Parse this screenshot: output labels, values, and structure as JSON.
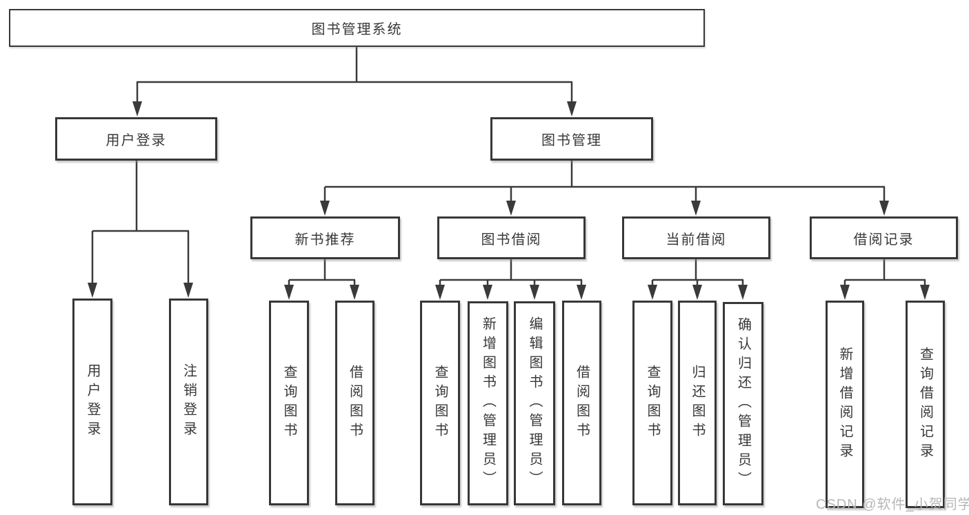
{
  "tree": {
    "root": {
      "label": "图书管理系统"
    },
    "branches": [
      {
        "label": "用户登录",
        "children": [
          {
            "label": "用户登录"
          },
          {
            "label": "注销登录"
          }
        ]
      },
      {
        "label": "图书管理",
        "children": [
          {
            "label": "新书推荐",
            "children": [
              {
                "label": "查询图书"
              },
              {
                "label": "借阅图书"
              }
            ]
          },
          {
            "label": "图书借阅",
            "children": [
              {
                "label": "查询图书"
              },
              {
                "label": "新增图书（管理员）"
              },
              {
                "label": "编辑图书（管理员）"
              },
              {
                "label": "借阅图书"
              }
            ]
          },
          {
            "label": "当前借阅",
            "children": [
              {
                "label": "查询图书"
              },
              {
                "label": "归还图书"
              },
              {
                "label": "确认归还（管理员）"
              }
            ]
          },
          {
            "label": "借阅记录",
            "children": [
              {
                "label": "新增借阅记录"
              },
              {
                "label": "查询借阅记录"
              }
            ]
          }
        ]
      }
    ]
  },
  "watermark": {
    "label": "CSDN @软件_小贺同学"
  },
  "colors": {
    "line": "#3a3a3a",
    "box_border": "#373737",
    "text": "#383838",
    "background": "#ffffff",
    "watermark": "#b4b4b4"
  }
}
